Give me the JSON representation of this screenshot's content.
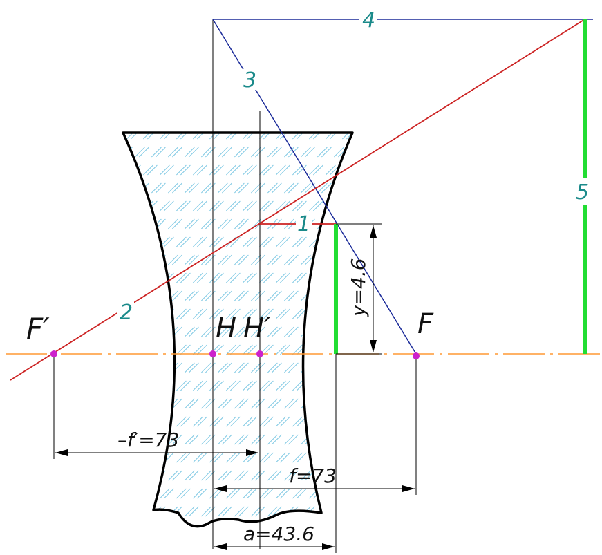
{
  "colors": {
    "background": "#ffffff",
    "lens_outline": "#000000",
    "hatch": "#7ec8e3",
    "axis": "#ff9933",
    "ray_red": "#cc2222",
    "ray_blue": "#1a2a99",
    "object_green": "#22dd33",
    "point_magenta": "#cc22cc",
    "dimension_line": "#000000",
    "ray_number": "#1a8a8a"
  },
  "points": {
    "f_prime": "F′",
    "h": "H",
    "h_prime": "H′",
    "f": "F"
  },
  "rays": {
    "r1": "1",
    "r2": "2",
    "r3": "3",
    "r4": "4",
    "r5": "5"
  },
  "dimensions": {
    "y": "y=4.6",
    "f_prime": "–f′=73",
    "f": "f=73",
    "a": "a=43.6"
  }
}
